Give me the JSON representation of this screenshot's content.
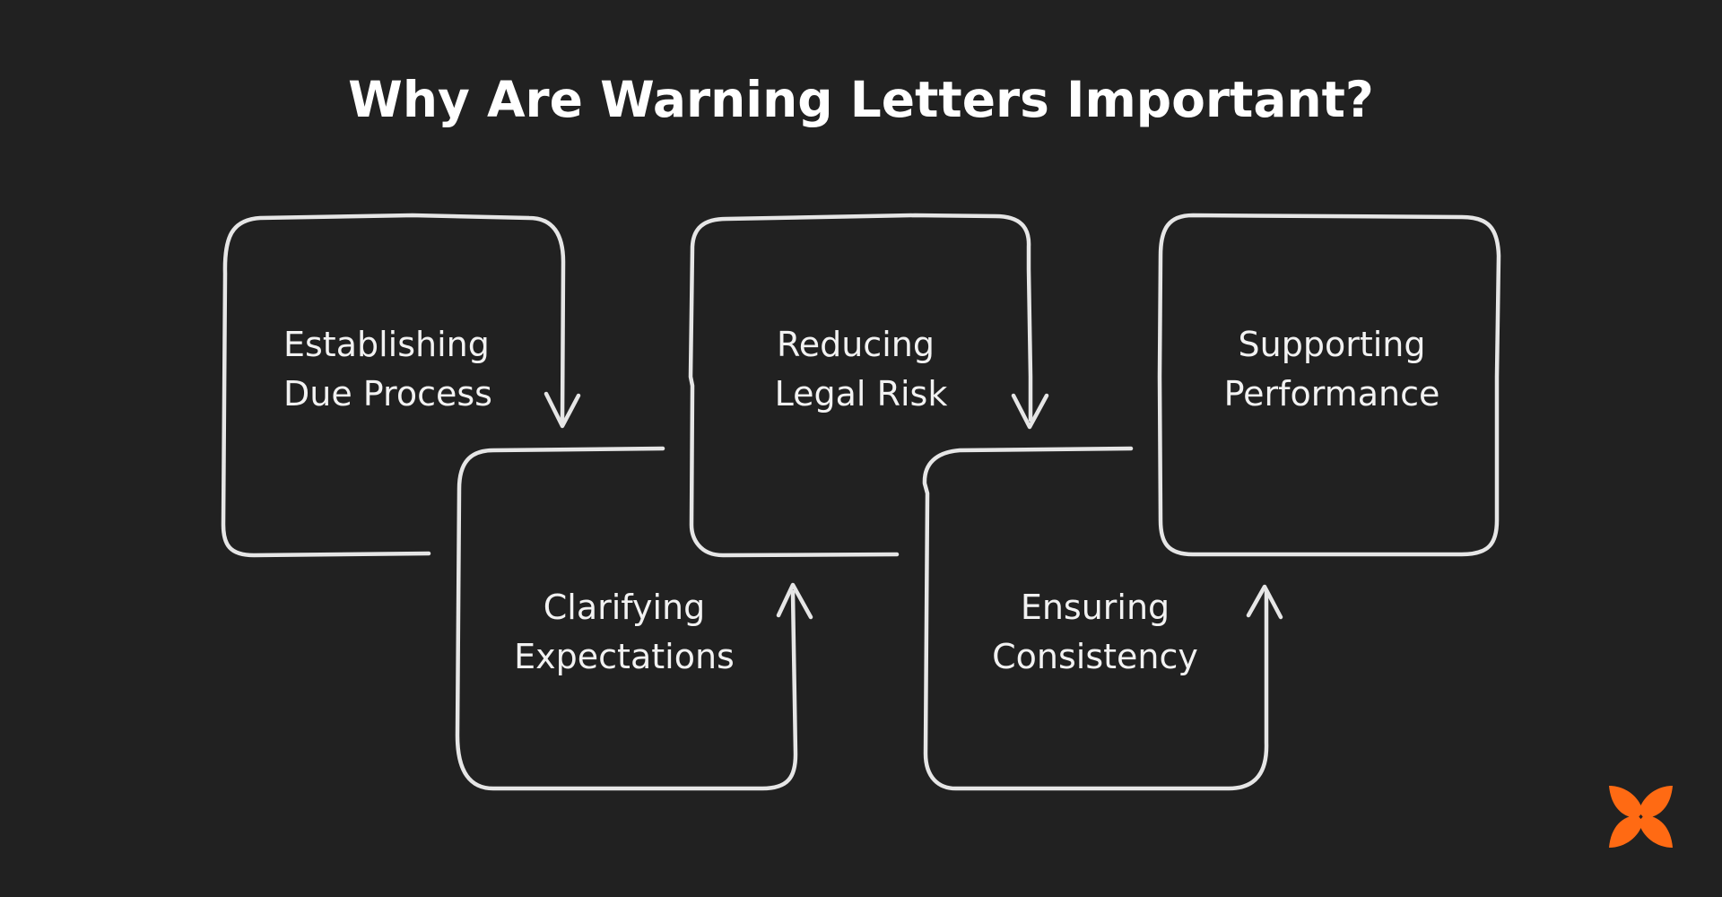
{
  "title": "Why Are Warning Letters Important?",
  "steps": [
    {
      "line1": "Establishing",
      "line2": "Due Process"
    },
    {
      "line1": "Clarifying",
      "line2": "Expectations"
    },
    {
      "line1": "Reducing",
      "line2": "Legal Risk"
    },
    {
      "line1": "Ensuring",
      "line2": "Consistency"
    },
    {
      "line1": "Supporting",
      "line2": "Performance"
    }
  ],
  "colors": {
    "background": "#212121",
    "stroke": "#e6e6e6",
    "text": "#ffffff",
    "logo": "#ff6a13"
  },
  "logo_icon": "butterfly-icon"
}
